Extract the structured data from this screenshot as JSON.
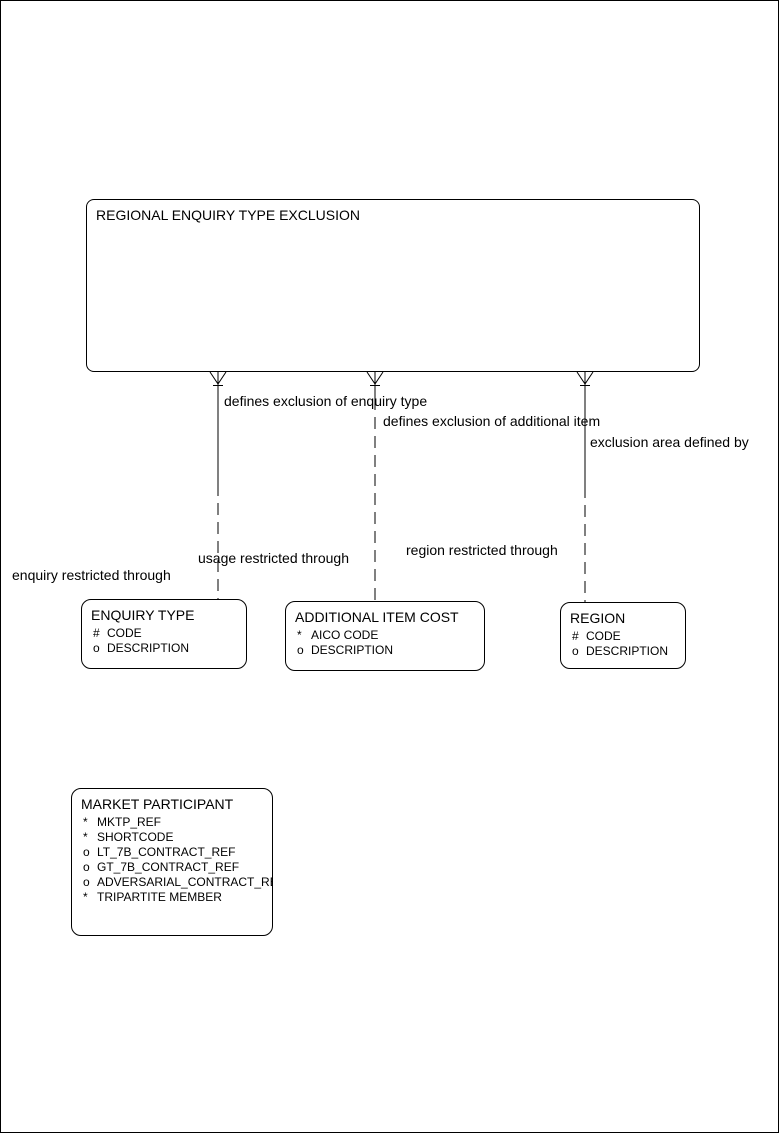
{
  "canvas": {
    "background_color": "#ffffff",
    "line_color": "#000000"
  },
  "entities": {
    "regional_enquiry_type_exclusion": {
      "title": "REGIONAL ENQUIRY TYPE EXCLUSION"
    },
    "enquiry_type": {
      "title": "ENQUIRY TYPE",
      "attributes": [
        {
          "prefix": "#",
          "name": "CODE"
        },
        {
          "prefix": "o",
          "name": "DESCRIPTION"
        }
      ]
    },
    "additional_item_cost": {
      "title": "ADDITIONAL ITEM COST",
      "attributes": [
        {
          "prefix": "*",
          "name": "AICO CODE"
        },
        {
          "prefix": "o",
          "name": "DESCRIPTION"
        }
      ]
    },
    "region": {
      "title": "REGION",
      "attributes": [
        {
          "prefix": "#",
          "name": "CODE"
        },
        {
          "prefix": "o",
          "name": "DESCRIPTION"
        }
      ]
    },
    "market_participant": {
      "title": "MARKET PARTICIPANT",
      "attributes": [
        {
          "prefix": "*",
          "name": "MKTP_REF"
        },
        {
          "prefix": "*",
          "name": "SHORTCODE"
        },
        {
          "prefix": "o",
          "name": "LT_7B_CONTRACT_REF"
        },
        {
          "prefix": "o",
          "name": "GT_7B_CONTRACT_REF"
        },
        {
          "prefix": "o",
          "name": "ADVERSARIAL_CONTRACT_RE"
        },
        {
          "prefix": "*",
          "name": "TRIPARTITE MEMBER"
        }
      ]
    }
  },
  "relationships": [
    {
      "from": "REGIONAL ENQUIRY TYPE EXCLUSION",
      "to": "ENQUIRY TYPE",
      "parent_label": "defines exclusion of enquiry type",
      "child_label": "enquiry restricted through"
    },
    {
      "from": "REGIONAL ENQUIRY TYPE EXCLUSION",
      "to": "ADDITIONAL ITEM COST",
      "parent_label": "defines exclusion of additional item",
      "child_label": "usage restricted through"
    },
    {
      "from": "REGIONAL ENQUIRY TYPE EXCLUSION",
      "to": "REGION",
      "parent_label": "exclusion area defined by",
      "child_label": "region restricted through"
    }
  ]
}
